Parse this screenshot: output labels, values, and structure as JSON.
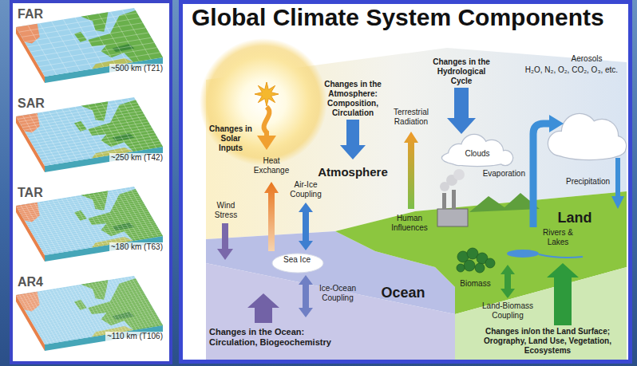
{
  "diagram": {
    "title": "Global Climate System Components",
    "nodes": [
      {
        "text": [
          "FAR",
          "~500 km (T21)"
        ]
      },
      {
        "text": [
          "SAR",
          "~250 km (T42)"
        ]
      },
      {
        "text": [
          "TAR",
          "~180 km (T63)"
        ]
      },
      {
        "text": [
          "AR4",
          "~110 km (T106)"
        ]
      }
    ],
    "labels": [
      "Changes in the Atmosphere: Composition, Circulation",
      "Changes in the Hydrological Cycle",
      "Changes in Solar Inputs",
      "Terrestrial Radiation",
      "Clouds",
      "Aerosols",
      "H₂O, N₂, O₂, CO₂, O₃, etc.",
      "Atmosphere",
      "Heat Exchange",
      "Wind Stress",
      "Air-Ice Coupling",
      "Human Influences",
      "Evaporation",
      "Precipitation",
      "Land",
      "Rivers & Lakes",
      "Sea Ice",
      "Biomass",
      "Ice-Ocean Coupling",
      "Ocean",
      "Land-Biomass Coupling",
      "Changes in the Ocean: Circulation, Biogeochemistry",
      "Changes in/on the Land Surface; Orography, Land Use, Vegetation, Ecosystems"
    ]
  }
}
